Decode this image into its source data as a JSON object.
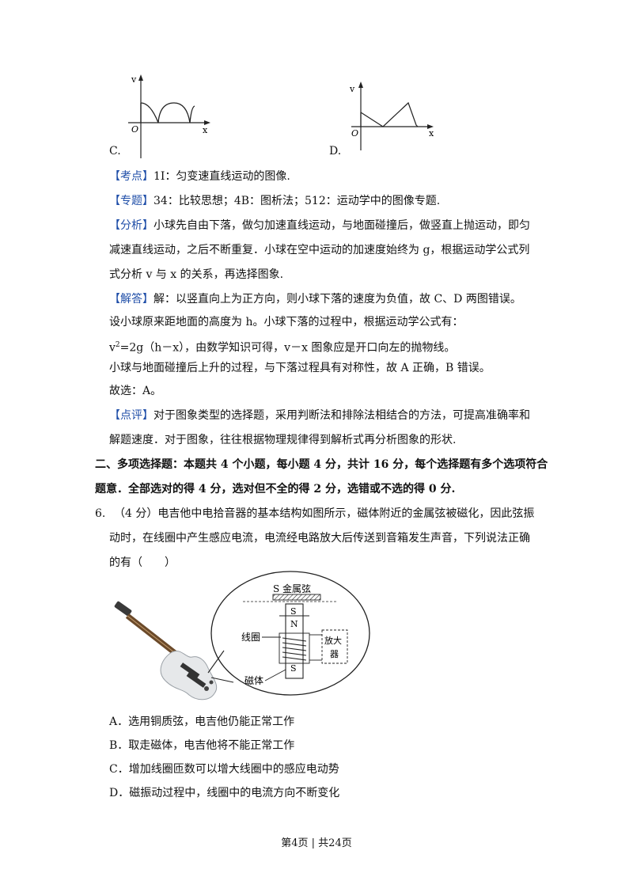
{
  "graphs": {
    "c": {
      "option": "C.",
      "v_label": "v",
      "x_label": "x",
      "o_label": "O"
    },
    "d": {
      "option": "D.",
      "v_label": "v",
      "x_label": "x",
      "o_label": "O"
    }
  },
  "analysis": {
    "kaodian": {
      "tag": "【考点】",
      "text": "1I：匀变速直线运动的图像."
    },
    "zhuanti": {
      "tag": "【专题】",
      "text": "34：比较思想；4B：图析法；512：运动学中的图像专题."
    },
    "fenxi": {
      "tag": "【分析】",
      "line1": "小球先自由下落，做匀加速直线运动，与地面碰撞后，做竖直上抛运动，即匀",
      "line2": "减速直线运动，之后不断重复．小球在空中运动的加速度始终为 g，根据运动学公式列",
      "line3": "式分析 v 与 x 的关系，再选择图象."
    },
    "jieda": {
      "tag": "【解答】",
      "line1": "解：以竖直向上为正方向，则小球下落的速度为负值，故 C、D 两图错误。",
      "line2": "设小球原来距地面的高度为 h。小球下落的过程中，根据运动学公式有：",
      "line3_pre": "v",
      "line3_sup": "2",
      "line3_rest": "=2g（h－x），由数学知识可得，v－x 图象应是开口向左的抛物线。",
      "line4": "小球与地面碰撞后上升的过程，与下落过程具有对称性，故 A 正确，B 错误。",
      "line5": "故选：A。"
    },
    "dianping": {
      "tag": "【点评】",
      "line1": "对于图象类型的选择题，采用判断法和排除法相结合的方法，可提高准确率和",
      "line2": "解题速度．对于图象，往往根据物理规律得到解析式再分析图象的形状."
    }
  },
  "section2": {
    "line1": "二、多项选择题：本题共 4 个小题，每小题 4 分，共计 16 分，每个选择题有多个选项符合",
    "line2": "题意．全部选对的得 4 分，选对但不全的得 2 分，选错或不选的得 0 分."
  },
  "question6": {
    "number": "6.",
    "line1": "（4 分）电吉他中电拾音器的基本结构如图所示，磁体附近的金属弦被磁化，因此弦振",
    "line2": "动时，在线圈中产生感应电流，电流经电路放大后传送到音箱发生声音，下列说法正确",
    "line3": "的有（　　）",
    "figure": {
      "label_s_string": "S 金属弦",
      "label_s": "S",
      "label_n": "N",
      "label_s_bottom": "S",
      "label_coil": "线圈",
      "label_amp_1": "放大",
      "label_amp_2": "器",
      "label_magnet": "磁体"
    },
    "options": [
      "A．选用铜质弦，电吉他仍能正常工作",
      "B．取走磁体，电吉他将不能正常工作",
      "C．增加线圈匝数可以增大线圈中的感应电动势",
      "D．磁振动过程中，线圈中的电流方向不断变化"
    ]
  },
  "footer": {
    "text": "第4页 | 共24页"
  },
  "colors": {
    "tag": "#1f4ea8"
  }
}
